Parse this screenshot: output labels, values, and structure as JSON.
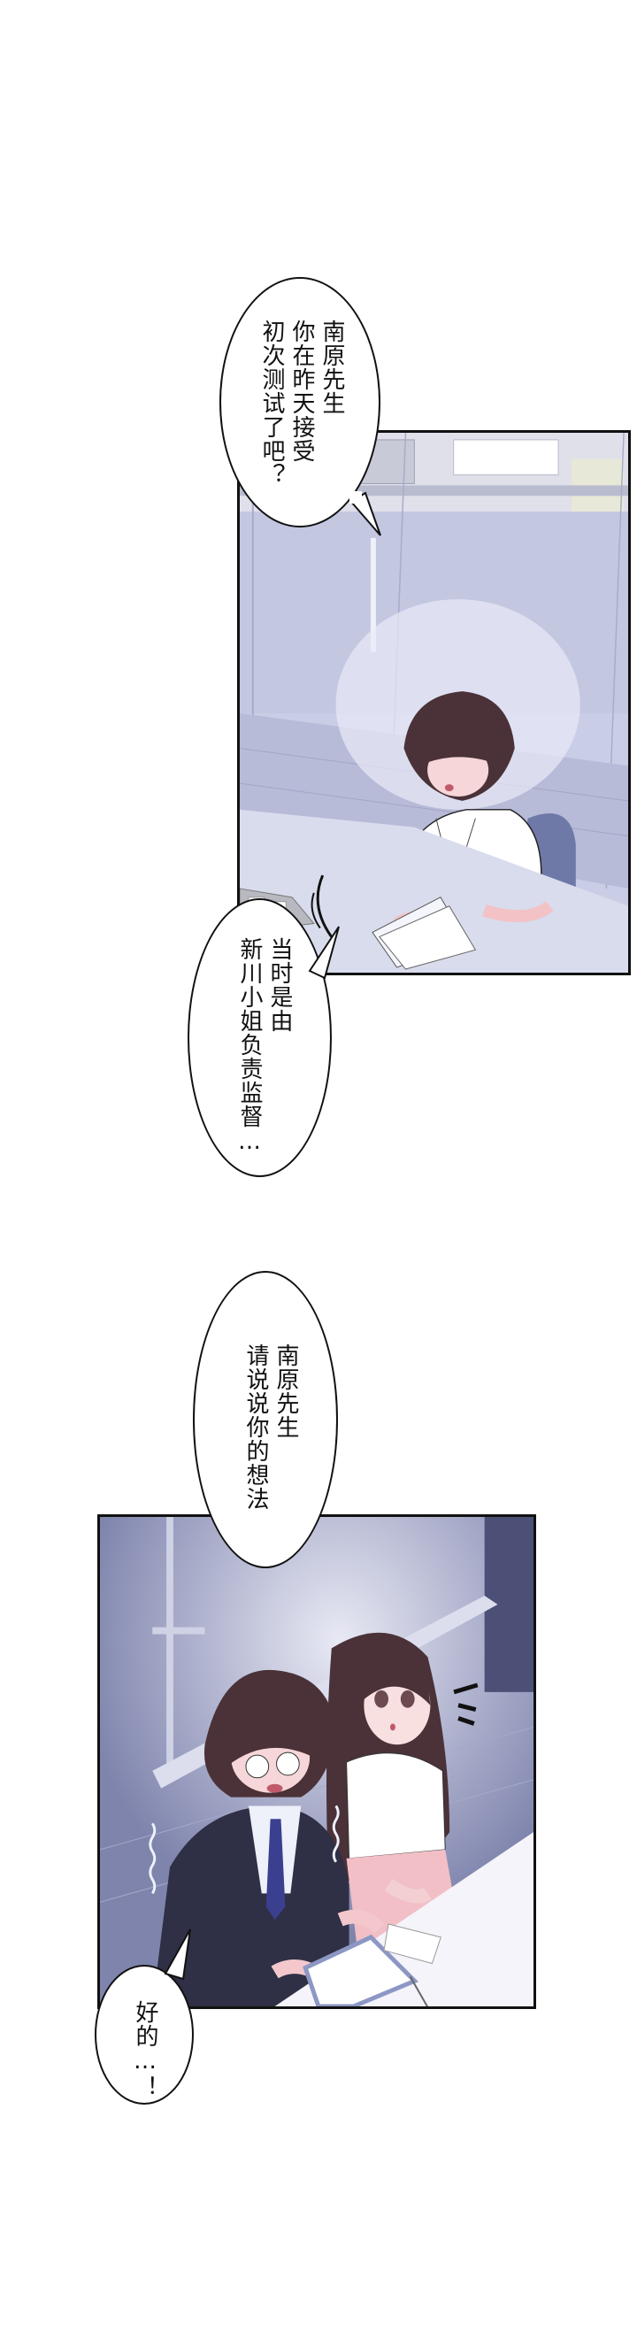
{
  "comic": {
    "panels": [
      {
        "id": 1,
        "description": "Office scene: dark-haired man in white t-shirt with ID badge reading papers at a desk"
      },
      {
        "id": 2,
        "description": "Man in dark suit with glasses sweating next to long-haired woman in white blouse and pink skirt"
      }
    ],
    "bubbles": [
      {
        "id": 1,
        "lines": [
          "南原先生",
          "你在昨天接受",
          "初次测试了吧？"
        ]
      },
      {
        "id": 2,
        "lines": [
          "当时是由",
          "新川小姐负责监督…"
        ]
      },
      {
        "id": 3,
        "lines": [
          "南原先生",
          "请说说你的想法"
        ]
      },
      {
        "id": 4,
        "lines": [
          "好的…！"
        ]
      }
    ]
  },
  "colors": {
    "panel1_bg": "#c9cde6",
    "panel1_desk": "#d8dcec",
    "panel2_bg": "#8d92b8",
    "panel2_desk": "#f4f4fa",
    "hair": "#4a3238",
    "suit": "#2f2f45",
    "tie": "#3a3f8f",
    "skin": "#f6cfd2",
    "skirt": "#f2bfc6"
  }
}
